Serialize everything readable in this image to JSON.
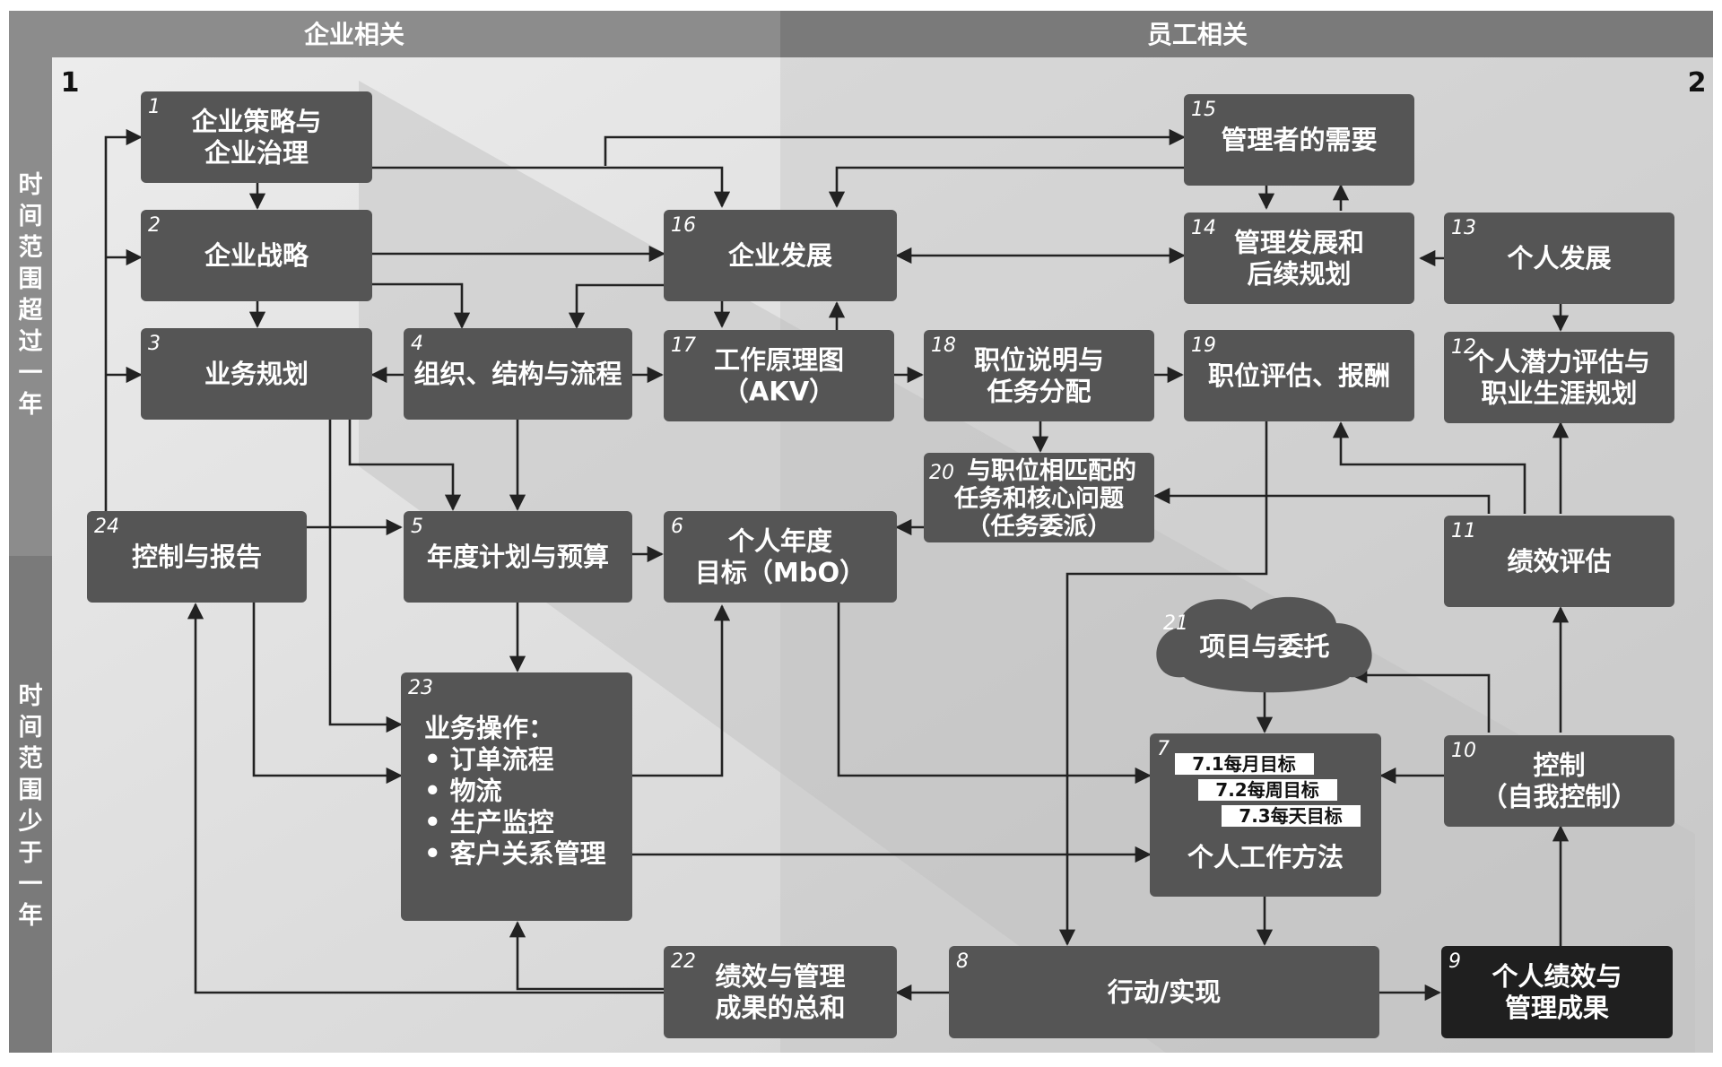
{
  "headers": {
    "left": "企业相关",
    "right": "员工相关"
  },
  "side_labels": {
    "top": "时间范围超过一年",
    "bottom": "时间范围少于一年"
  },
  "corners": {
    "top_left": "1",
    "top_right": "2"
  },
  "boxes": {
    "b1": {
      "num": "1",
      "lines": [
        "企业策略与",
        "企业治理"
      ]
    },
    "b2": {
      "num": "2",
      "lines": [
        "企业战略"
      ]
    },
    "b3": {
      "num": "3",
      "lines": [
        "业务规划"
      ]
    },
    "b4": {
      "num": "4",
      "lines": [
        "组织、结构与流程"
      ]
    },
    "b5": {
      "num": "5",
      "lines": [
        "年度计划与预算"
      ]
    },
    "b6": {
      "num": "6",
      "lines": [
        "个人年度",
        "目标（MbO）"
      ]
    },
    "b7": {
      "num": "7",
      "lines": [
        "个人工作方法"
      ],
      "sub_items": [
        "7.1每月目标",
        "7.2每周目标",
        "7.3每天目标"
      ]
    },
    "b8": {
      "num": "8",
      "lines": [
        "行动/实现"
      ]
    },
    "b9": {
      "num": "9",
      "lines": [
        "个人绩效与",
        "管理成果"
      ]
    },
    "b10": {
      "num": "10",
      "lines": [
        "控制",
        "（自我控制）"
      ]
    },
    "b11": {
      "num": "11",
      "lines": [
        "绩效评估"
      ]
    },
    "b12": {
      "num": "12",
      "lines": [
        "个人潜力评估与",
        "职业生涯规划"
      ]
    },
    "b13": {
      "num": "13",
      "lines": [
        "个人发展"
      ]
    },
    "b14": {
      "num": "14",
      "lines": [
        "管理发展和",
        "后续规划"
      ]
    },
    "b15": {
      "num": "15",
      "lines": [
        "管理者的需要"
      ]
    },
    "b16": {
      "num": "16",
      "lines": [
        "企业发展"
      ]
    },
    "b17": {
      "num": "17",
      "lines": [
        "工作原理图",
        "（AKV）"
      ]
    },
    "b18": {
      "num": "18",
      "lines": [
        "职位说明与",
        "任务分配"
      ]
    },
    "b19": {
      "num": "19",
      "lines": [
        "职位评估、报酬"
      ]
    },
    "b20": {
      "num": "20",
      "lines": [
        "与职位相匹配的",
        "任务和核心问题",
        "（任务委派）"
      ]
    },
    "b21": {
      "num": "21",
      "lines": [
        "项目与委托"
      ]
    },
    "b22": {
      "num": "22",
      "lines": [
        "绩效与管理",
        "成果的总和"
      ]
    },
    "b23": {
      "num": "23",
      "lines": [
        "业务操作：",
        "• 订单流程",
        "• 物流",
        "• 生产监控",
        "• 客户关系管理"
      ]
    },
    "b24": {
      "num": "24",
      "lines": [
        "控制与报告"
      ]
    }
  },
  "colors": {
    "box": "#555555",
    "box_highlight": "#1f1f1f",
    "header_left": "#8c8c8c",
    "header_right": "#7a7a7a"
  }
}
